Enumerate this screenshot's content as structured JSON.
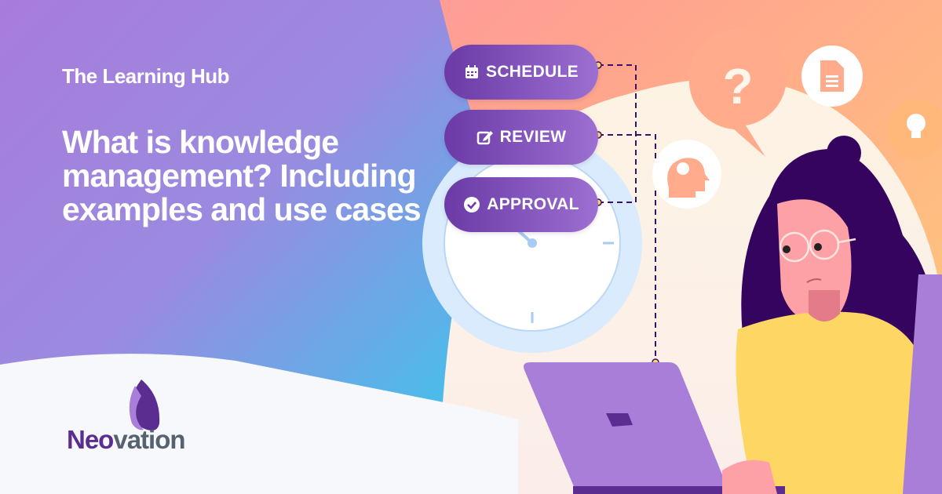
{
  "header": {
    "section": "The Learning Hub",
    "title": "What is knowledge management? Including examples and use cases"
  },
  "workflow": {
    "steps": [
      {
        "label": "SCHEDULE",
        "icon": "calendar-icon"
      },
      {
        "label": "REVIEW",
        "icon": "edit-icon"
      },
      {
        "label": "APPROVAL",
        "icon": "check-circle-icon"
      }
    ]
  },
  "illustration": {
    "bubbles": [
      "question-icon",
      "document-icon",
      "lightbulb-icon",
      "brain-head-icon"
    ],
    "subject": "woman-with-laptop"
  },
  "brand": {
    "name_part1": "Neo",
    "name_part2": "vation",
    "colors": {
      "primary": "#5b2d91",
      "secondary": "#566270",
      "accent": "#a97ed9"
    }
  }
}
